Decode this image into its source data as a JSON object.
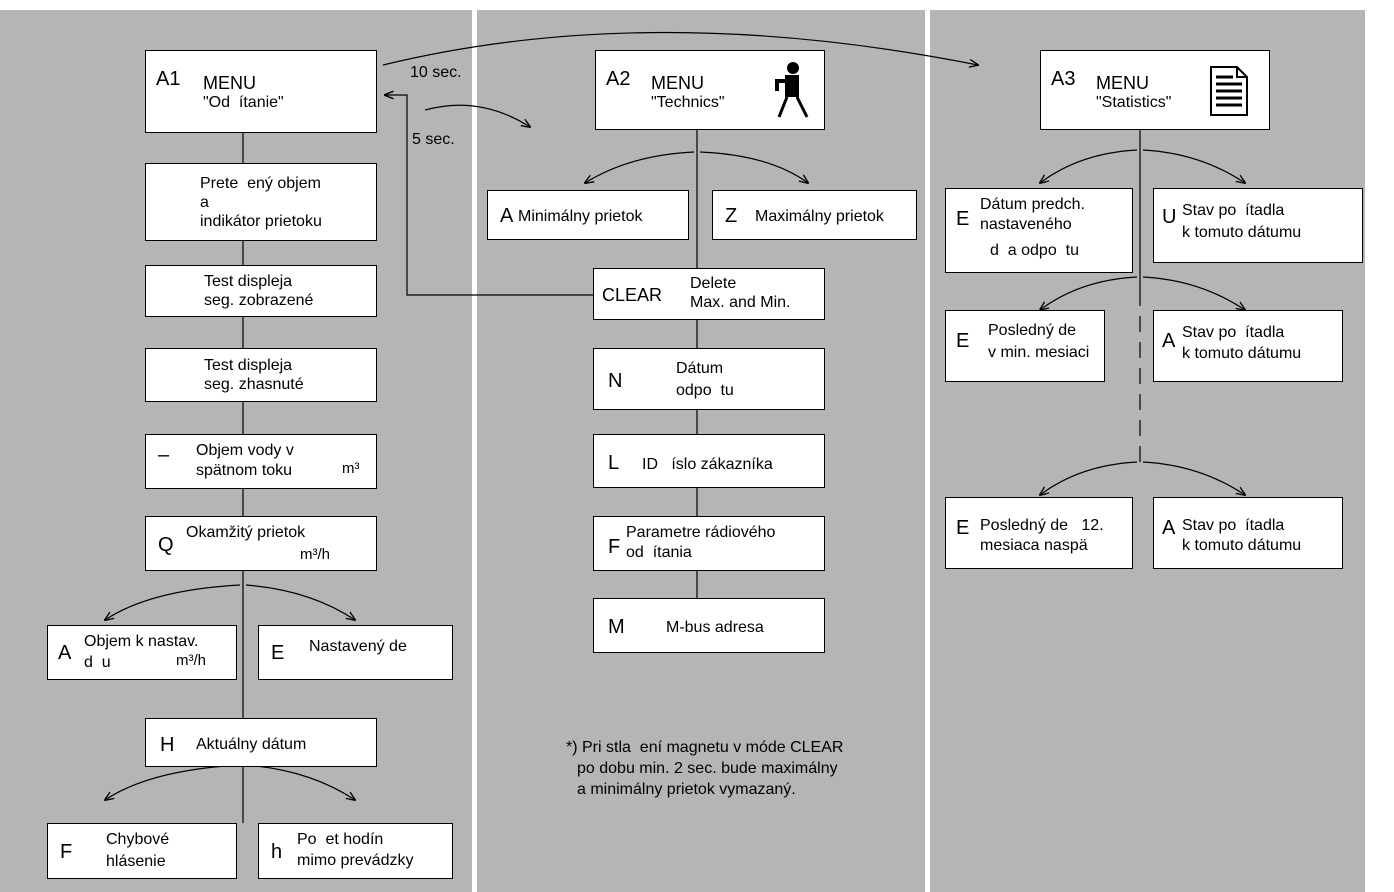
{
  "a1": {
    "code": "A1",
    "menu": "MENU",
    "name": "\"Od  ítanie\"",
    "timer_10": "10 sec.",
    "timer_5": "5 sec.",
    "items": [
      {
        "code": "",
        "l1": "Prete  ený objem",
        "l2": "a",
        "l3": "indikátor prietoku"
      },
      {
        "code": "",
        "l1": "Test displeja",
        "l2": "seg. zobrazené"
      },
      {
        "code": "",
        "l1": "Test displeja",
        "l2": "seg. zhasnuté"
      },
      {
        "code": "–",
        "l1": "Objem vody v",
        "l2": "spätnom toku",
        "unit": "m³"
      },
      {
        "code": "Q",
        "l1": "Okamžitý prietok",
        "unit": "m³/h"
      },
      {
        "code": "A",
        "l1": "Objem k nastav.",
        "l2": "d  u",
        "unit": "m³/h"
      },
      {
        "code": "E",
        "l1": "Nastavený de"
      },
      {
        "code": "H",
        "l1": "Aktuálny dátum"
      },
      {
        "code": "F",
        "l1": "Chybové",
        "l2": "hlásenie"
      },
      {
        "code": "h",
        "l1": "Po  et hodín",
        "l2": "mimo prevádzky"
      }
    ]
  },
  "a2": {
    "code": "A2",
    "menu": "MENU",
    "name": "\"Technics\"",
    "icon": "technician-icon",
    "items": [
      {
        "code": "A",
        "l1": "Minimálny prietok"
      },
      {
        "code": "Z",
        "l1": "Maximálny prietok"
      },
      {
        "code": "CLEAR",
        "l1": "Delete",
        "l2": "Max. and Min."
      },
      {
        "code": "N",
        "l1": "Dátum",
        "l2": "odpo  tu"
      },
      {
        "code": "L",
        "l1": "ID   íslo zákazníka"
      },
      {
        "code": "F",
        "l1": "Parametre rádiového",
        "l2": "od  ítania"
      },
      {
        "code": "M",
        "l1": "M-bus adresa"
      }
    ],
    "note": [
      "*) Pri stla  ení magnetu v móde CLEAR",
      "po dobu min. 2 sec. bude maximálny",
      "a minimálny prietok vymazaný."
    ]
  },
  "a3": {
    "code": "A3",
    "menu": "MENU",
    "name": "\"Statistics\"",
    "icon": "document-icon",
    "items": [
      {
        "code": "E",
        "l1": "Dátum predch.",
        "l2": "nastaveného",
        "l3": "d  a odpo  tu"
      },
      {
        "code": "U",
        "l1": "Stav po  ítadla",
        "l2": "k tomuto dátumu"
      },
      {
        "code": "E",
        "l1": "Posledný de",
        "l2": "v min. mesiaci"
      },
      {
        "code": "A",
        "l1": "Stav po  ítadla",
        "l2": "k tomuto dátumu"
      },
      {
        "code": "E",
        "l1": "Posledný de   12.",
        "l2": "mesiaca naspä"
      },
      {
        "code": "A",
        "l1": "Stav po  ítadla",
        "l2": "k tomuto dátumu"
      }
    ]
  },
  "colors": {
    "background": "#b5b5b5",
    "box": "#ffffff",
    "line": "#000000"
  }
}
